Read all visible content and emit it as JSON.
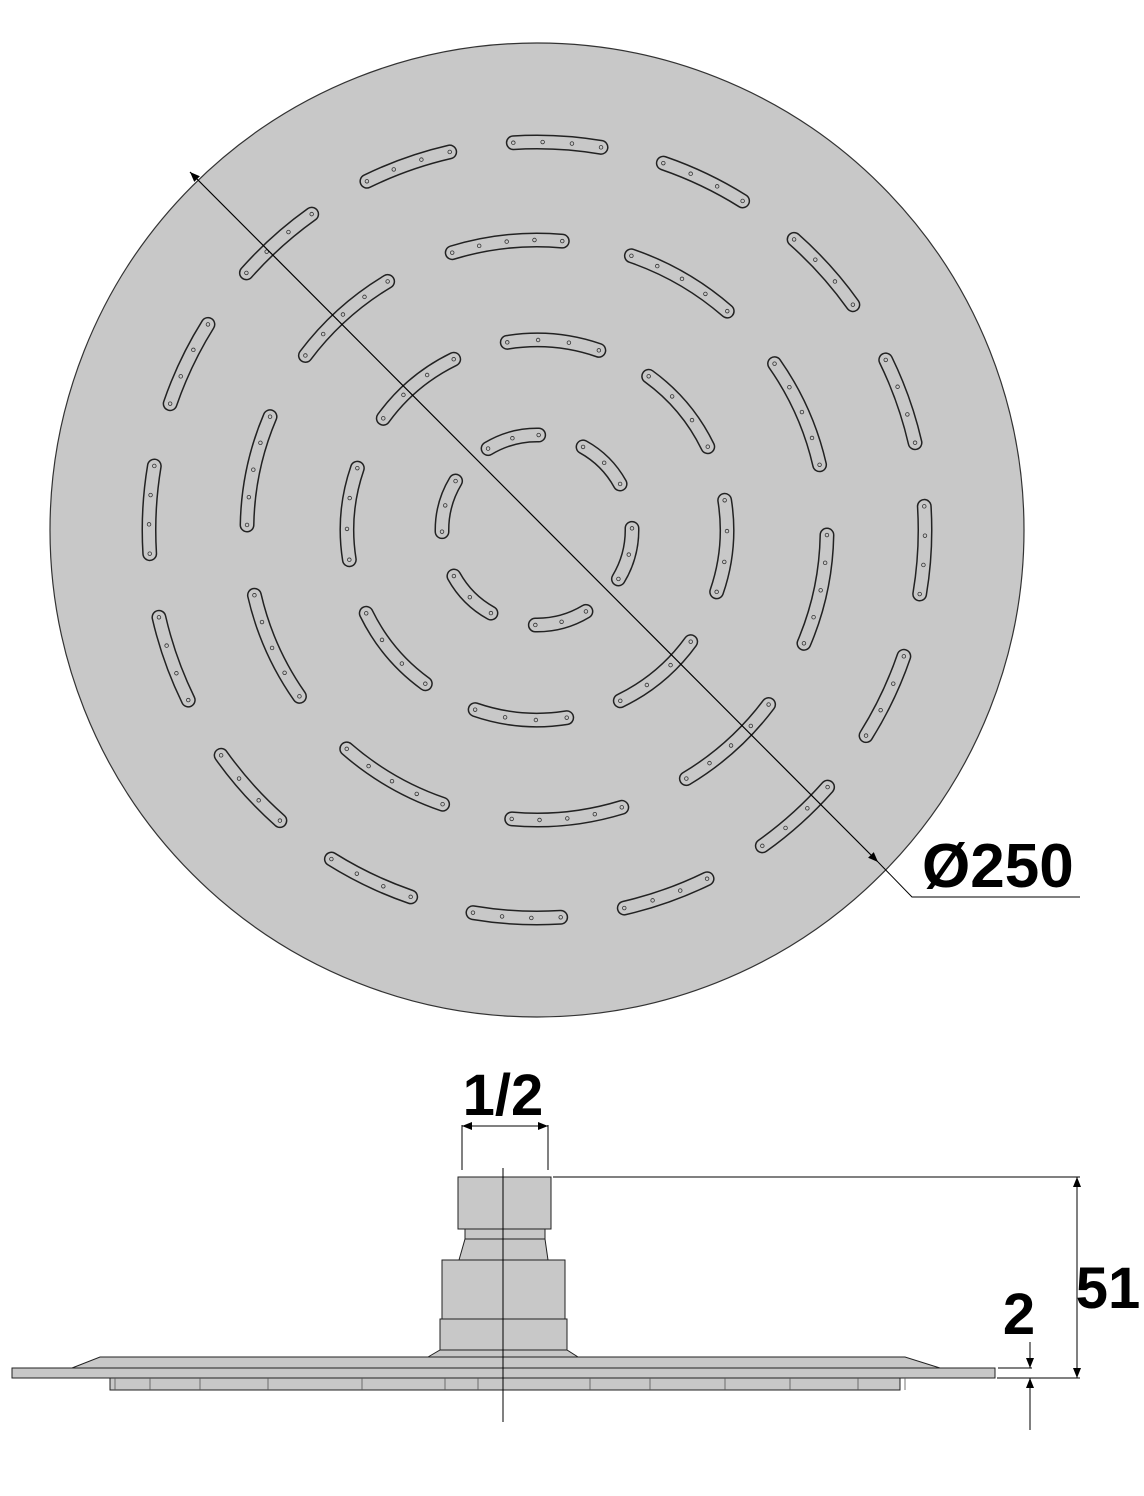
{
  "top_view": {
    "diameter_label": "Ø250",
    "fill_color": "#c8c8c8"
  },
  "side_view": {
    "thread_label": "1/2",
    "height_label": "51",
    "plate_thickness_label": "2",
    "fill_color": "#c8c8c8"
  }
}
